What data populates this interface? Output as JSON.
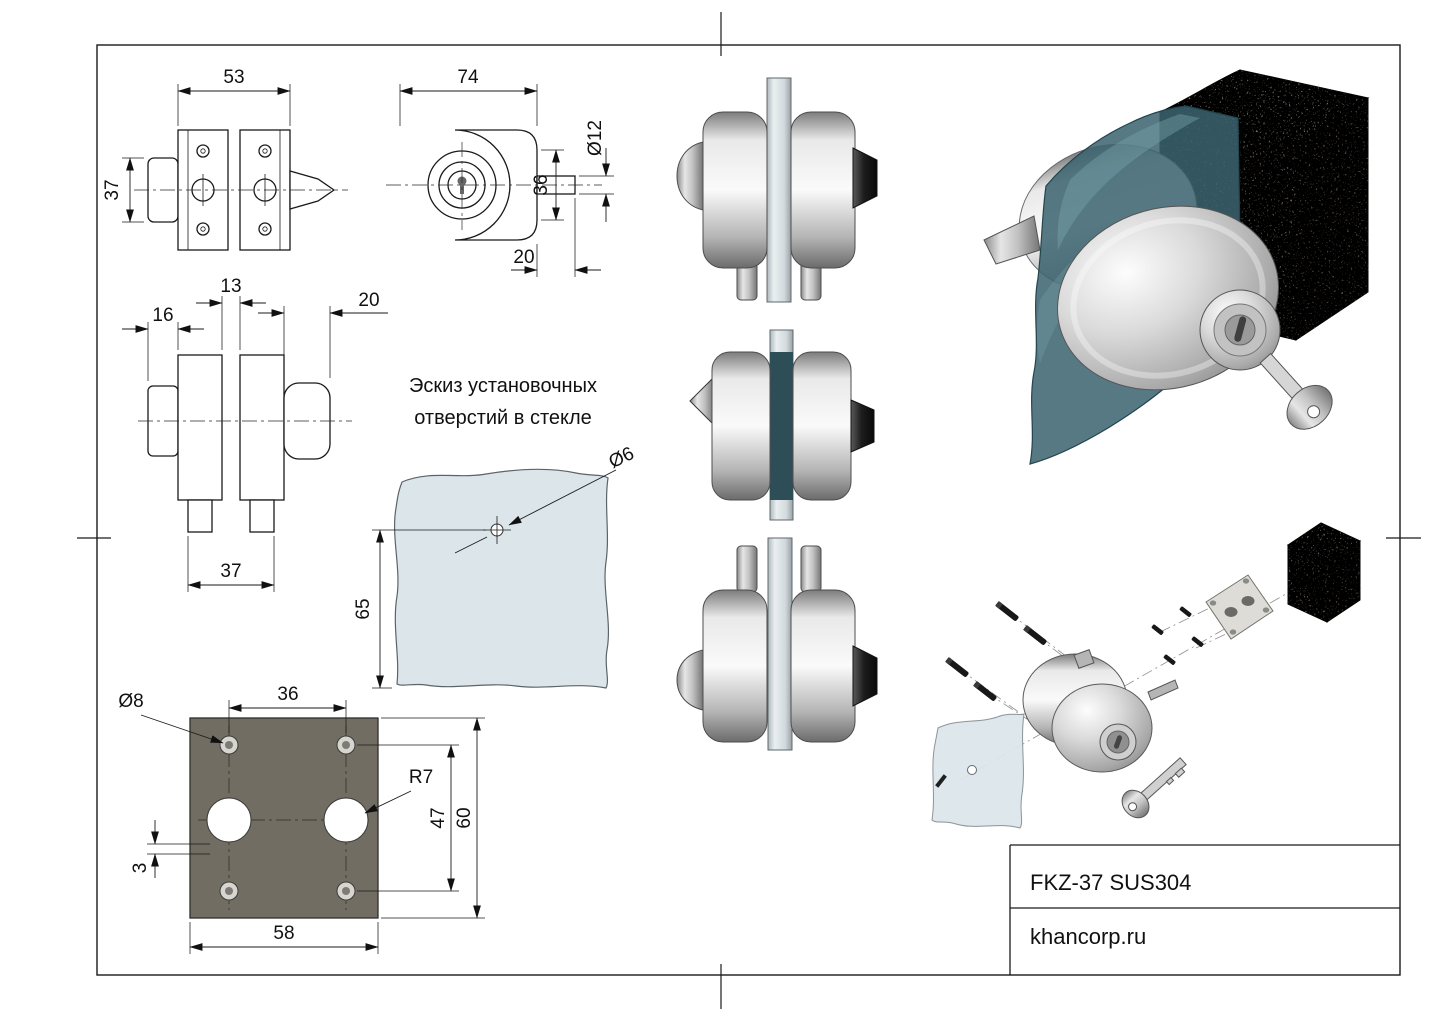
{
  "title_block": {
    "model": "FKZ-37 SUS304",
    "website": "khancorp.ru"
  },
  "note": {
    "line1": "Эскиз установочных",
    "line2": "отверстий в стекле"
  },
  "dims": {
    "front_width": "53",
    "front_height": "37",
    "side_width": "74",
    "side_pin_dia": "Ø12",
    "side_height": "36",
    "side_pin_len": "20",
    "plan_glass_gap": "13",
    "plan_left": "16",
    "plan_knob": "20",
    "plan_legs": "37",
    "glass_hole_dia": "Ø6",
    "glass_hole_offset": "65",
    "plate_screw_dia": "Ø8",
    "plate_screw_span": "36",
    "plate_corner_radius": "R7",
    "plate_inner_height": "47",
    "plate_height": "60",
    "plate_edge_offset": "3",
    "plate_width": "58"
  },
  "colors": {
    "line": "#1a1a1a",
    "glass_light": "#dce6ea",
    "glass_teal": "#3a636f",
    "glass_dark": "#2e4e57",
    "plate_gray": "#716d63",
    "stone": "#b7ac92",
    "metal_cap": "#1c1c1c"
  }
}
